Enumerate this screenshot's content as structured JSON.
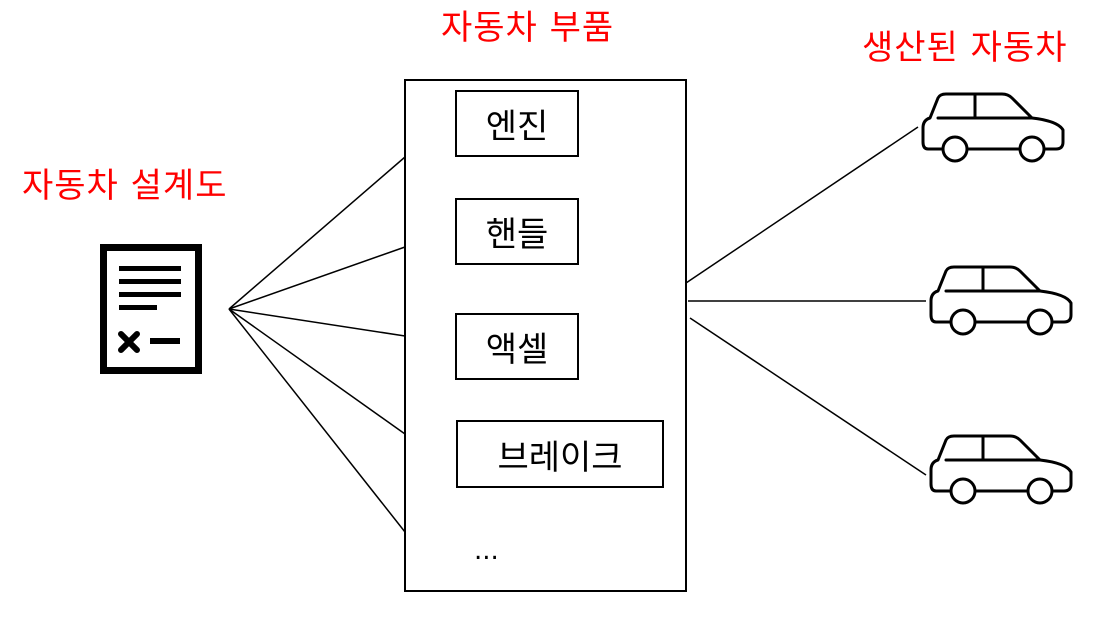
{
  "labels": {
    "blueprint": "자동차 설계도",
    "parts": "자동차 부품",
    "cars": "생산된 자동차",
    "color": "#ff0000"
  },
  "parts": {
    "items": [
      "엔진",
      "핸들",
      "액셀",
      "브레이크"
    ],
    "more": "..."
  },
  "icons": {
    "blueprint": "document-icon",
    "car": "car-icon"
  }
}
